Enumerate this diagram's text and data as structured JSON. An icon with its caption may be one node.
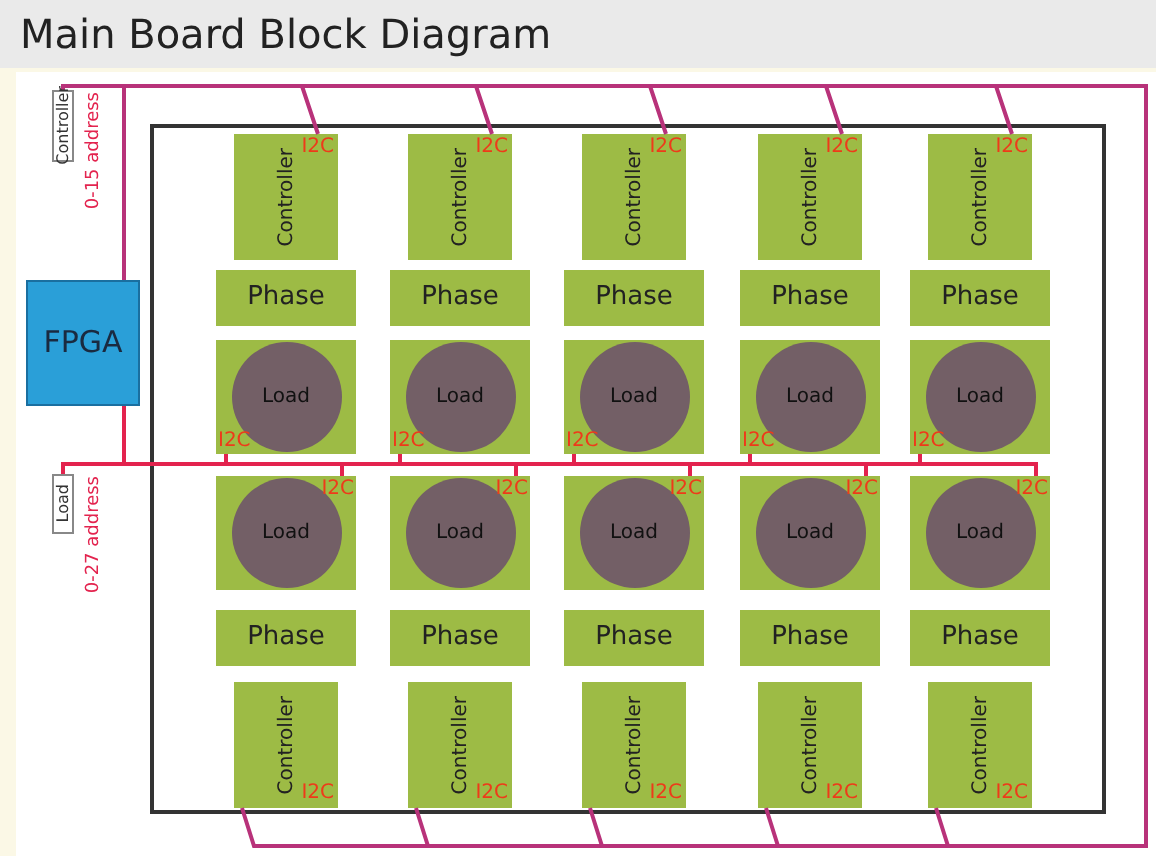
{
  "diagram": {
    "title": "Main Board Block Diagram",
    "nodes": [
      {
        "text": [],
        "shape": "box"
      },
      {
        "text": [
          "Controller"
        ],
        "beside": [
          "0-15  address"
        ]
      },
      {
        "text": [
          "FPGA"
        ]
      },
      {
        "text": [
          "Controller",
          "I2C"
        ],
        "in": 0
      },
      {
        "text": [
          "Controller",
          "I2C"
        ],
        "in": 0
      },
      {
        "text": [
          "Controller",
          "I2C"
        ],
        "in": 0
      },
      {
        "text": [
          "Controller",
          "I2C"
        ],
        "in": 0
      },
      {
        "text": [
          "Controller",
          "I2C"
        ],
        "in": 0
      },
      {
        "text": [
          "Phase"
        ],
        "in": 0
      },
      {
        "text": [
          "Phase"
        ],
        "in": 0
      },
      {
        "text": [
          "Phase"
        ],
        "in": 0
      },
      {
        "text": [
          "Phase"
        ],
        "in": 0
      },
      {
        "text": [
          "Phase"
        ],
        "in": 0
      },
      {
        "text": [
          "Load",
          "I2C"
        ],
        "in": 0
      },
      {
        "text": [
          "Load",
          "I2C"
        ],
        "in": 0
      },
      {
        "text": [
          "Load",
          "I2C"
        ],
        "in": 0
      },
      {
        "text": [
          "Load",
          "I2C"
        ],
        "in": 0
      },
      {
        "text": [
          "Load",
          "I2C"
        ],
        "in": 0
      },
      {
        "text": [
          "Load"
        ],
        "beside": [
          "0-27 address"
        ]
      },
      {
        "text": [
          "Load",
          "I2C"
        ],
        "in": 0
      },
      {
        "text": [
          "Load",
          "I2C"
        ],
        "in": 0
      },
      {
        "text": [
          "Load",
          "I2C"
        ],
        "in": 0
      },
      {
        "text": [
          "Load",
          "I2C"
        ],
        "in": 0
      },
      {
        "text": [
          "Load",
          "I2C"
        ],
        "in": 0
      },
      {
        "text": [
          "Phase"
        ],
        "in": 0
      },
      {
        "text": [
          "Phase"
        ],
        "in": 0
      },
      {
        "text": [
          "Phase"
        ],
        "in": 0
      },
      {
        "text": [
          "Phase"
        ],
        "in": 0
      },
      {
        "text": [
          "Phase"
        ],
        "in": 0
      },
      {
        "text": [
          "Controller",
          "I2C"
        ],
        "in": 0
      },
      {
        "text": [
          "Controller",
          "I2C"
        ],
        "in": 0
      },
      {
        "text": [
          "Controller",
          "I2C"
        ],
        "in": 0
      },
      {
        "text": [
          "Controller",
          "I2C"
        ],
        "in": 0
      },
      {
        "text": [
          "Controller",
          "I2C"
        ],
        "in": 0
      }
    ],
    "edges": [
      {
        "from": 2,
        "to": 3,
        "arrow": "none",
        "color": "#b8327a"
      },
      {
        "from": 2,
        "to": 4,
        "arrow": "none",
        "color": "#b8327a"
      },
      {
        "from": 2,
        "to": 5,
        "arrow": "none",
        "color": "#b8327a"
      },
      {
        "from": 2,
        "to": 6,
        "arrow": "none",
        "color": "#b8327a"
      },
      {
        "from": 2,
        "to": 7,
        "arrow": "none",
        "color": "#b8327a"
      },
      {
        "from": 2,
        "to": 29,
        "arrow": "none",
        "color": "#b8327a"
      },
      {
        "from": 2,
        "to": 30,
        "arrow": "none",
        "color": "#b8327a"
      },
      {
        "from": 2,
        "to": 31,
        "arrow": "none",
        "color": "#b8327a"
      },
      {
        "from": 2,
        "to": 32,
        "arrow": "none",
        "color": "#b8327a"
      },
      {
        "from": 2,
        "to": 33,
        "arrow": "none",
        "color": "#b8327a"
      },
      {
        "from": 2,
        "to": 13,
        "arrow": "none",
        "color": "#e3234e"
      },
      {
        "from": 2,
        "to": 14,
        "arrow": "none",
        "color": "#e3234e"
      },
      {
        "from": 2,
        "to": 15,
        "arrow": "none",
        "color": "#e3234e"
      },
      {
        "from": 2,
        "to": 16,
        "arrow": "none",
        "color": "#e3234e"
      },
      {
        "from": 2,
        "to": 17,
        "arrow": "none",
        "color": "#e3234e"
      },
      {
        "from": 2,
        "to": 19,
        "arrow": "none",
        "color": "#e3234e"
      },
      {
        "from": 2,
        "to": 20,
        "arrow": "none",
        "color": "#e3234e"
      },
      {
        "from": 2,
        "to": 21,
        "arrow": "none",
        "color": "#e3234e"
      },
      {
        "from": 2,
        "to": 22,
        "arrow": "none",
        "color": "#e3234e"
      },
      {
        "from": 2,
        "to": 23,
        "arrow": "none",
        "color": "#e3234e"
      },
      {
        "from": 2,
        "to": 1,
        "arrow": "none",
        "color": "#b8327a"
      },
      {
        "from": 2,
        "to": 18,
        "arrow": "none",
        "color": "#e3234e"
      }
    ]
  }
}
